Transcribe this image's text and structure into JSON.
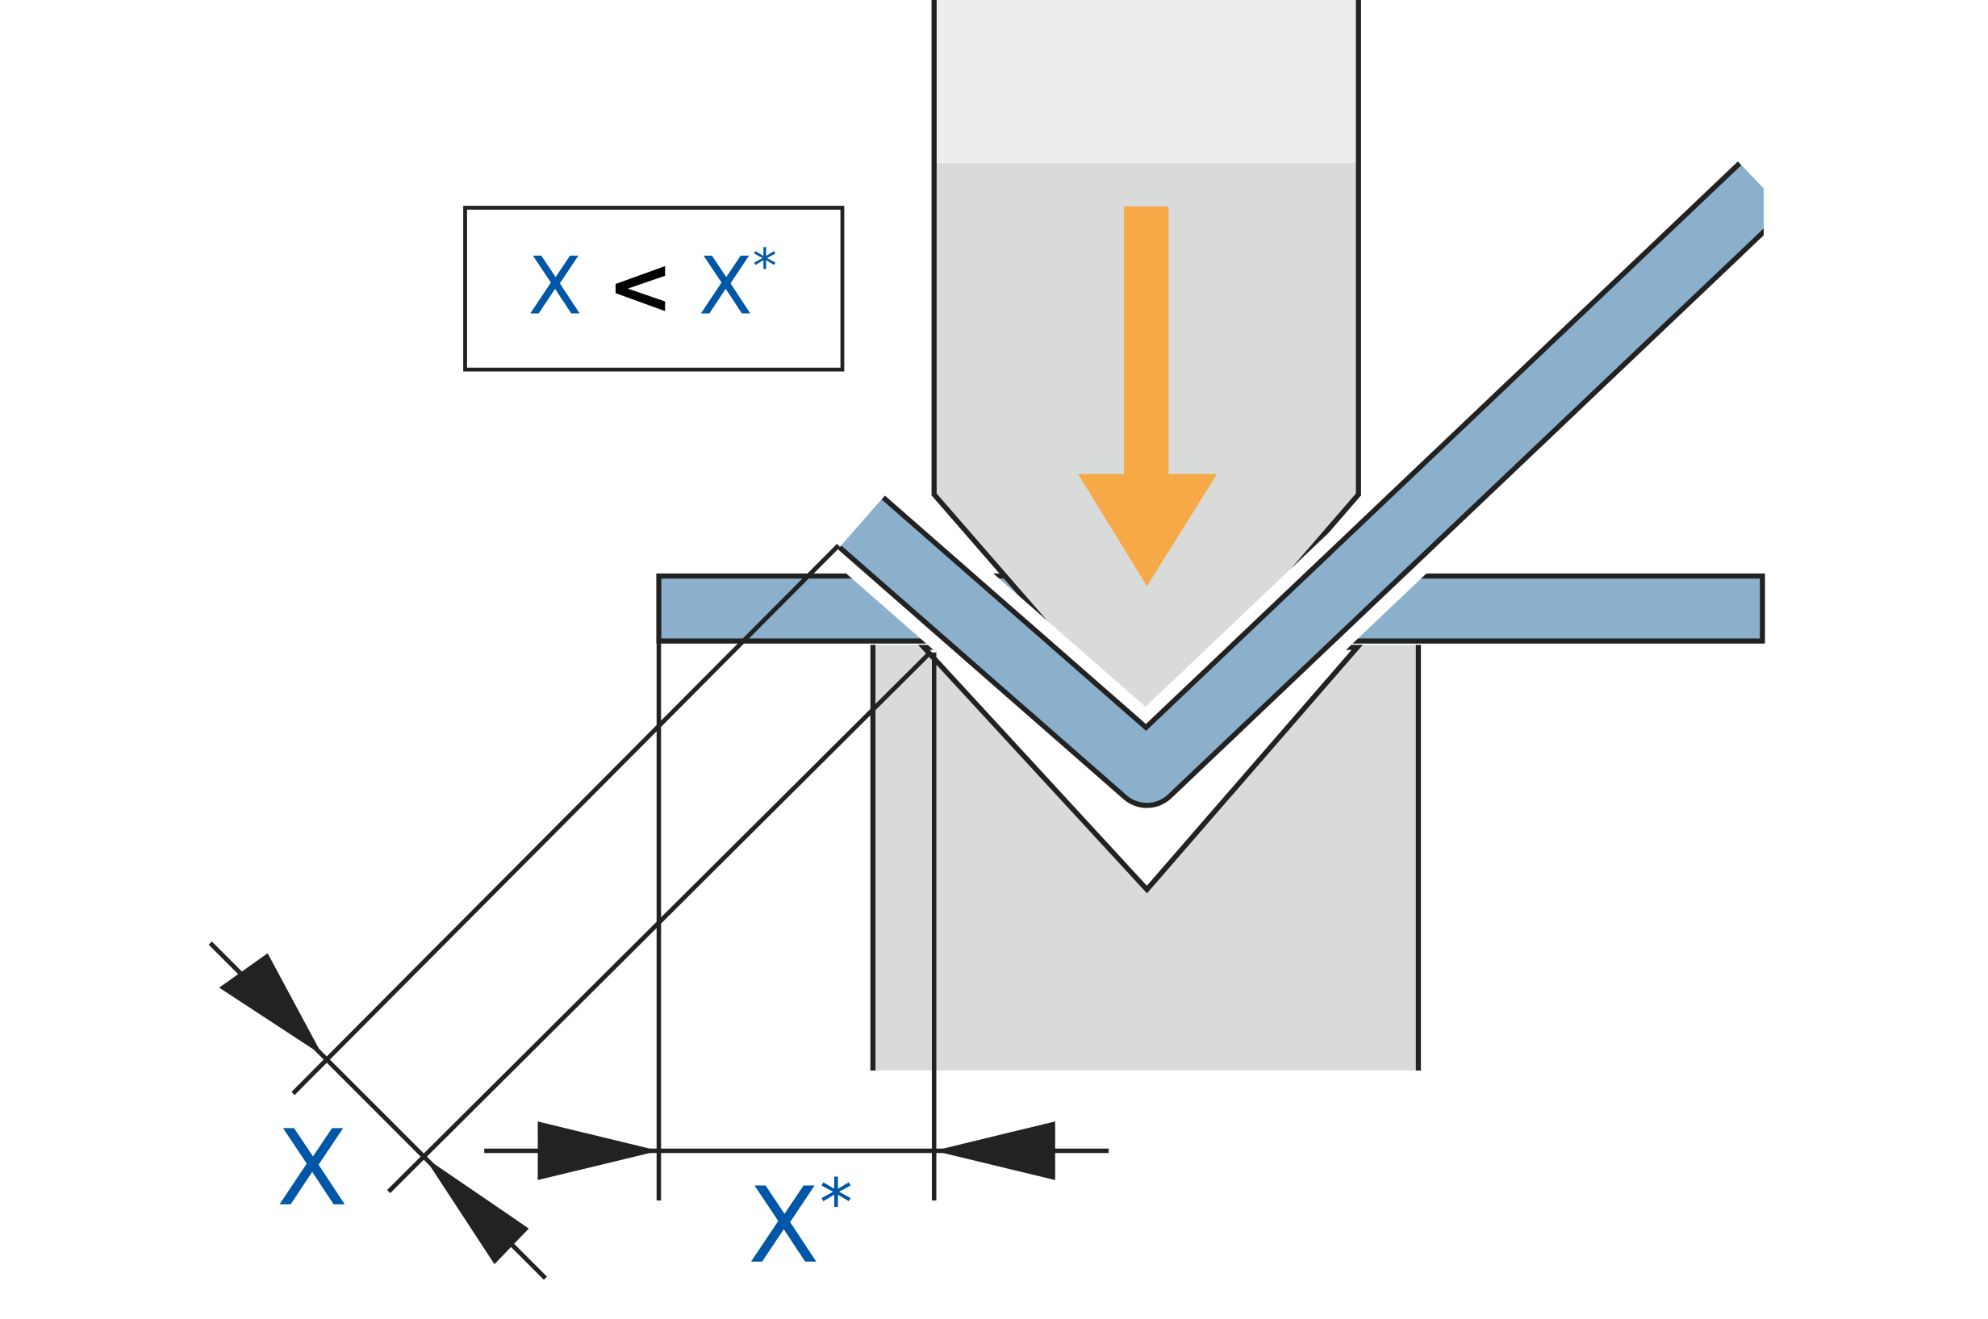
{
  "colors": {
    "sheet": "#8ab0cc",
    "punch_top": "#eceeed",
    "tool_gray": "#d9dbda",
    "force_arrow": "#f7a847",
    "label_blue": "#0057a8",
    "outline": "#222222"
  },
  "legend_box": {
    "left": "X",
    "operator": "<",
    "right": "X",
    "right_sup": "*"
  },
  "dimensions": {
    "x_label": "X",
    "xstar_label": "X",
    "xstar_sup": "*"
  },
  "icons": {
    "force": "down-arrow-icon"
  }
}
